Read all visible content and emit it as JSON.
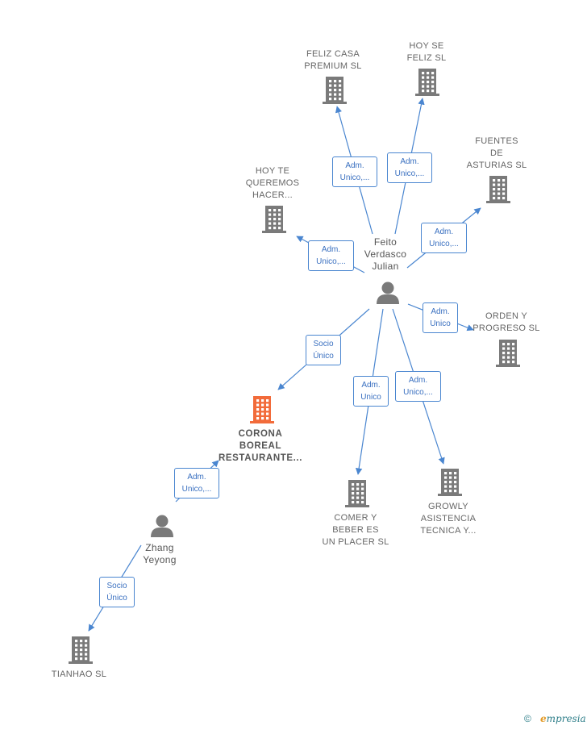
{
  "nodes": [
    {
      "id": "feliz-casa",
      "label": "FELIZ CASA\nPREMIUM  SL",
      "kind": "company"
    },
    {
      "id": "hoy-se-feliz",
      "label": "HOY SE\nFELIZ  SL",
      "kind": "company"
    },
    {
      "id": "fuentes-asturias",
      "label": "FUENTES\nDE\nASTURIAS  SL",
      "kind": "company"
    },
    {
      "id": "hoy-te-queremos",
      "label": "HOY TE\nQUEREMOS\nHACER...",
      "kind": "company"
    },
    {
      "id": "feito",
      "label": "Feito\nVerdasco\nJulian",
      "kind": "person"
    },
    {
      "id": "orden-progreso",
      "label": "ORDEN Y\nPROGRESO SL",
      "kind": "company"
    },
    {
      "id": "corona-boreal",
      "label": "CORONA\nBOREAL\nRESTAURANTE...",
      "kind": "focus"
    },
    {
      "id": "comer-beber",
      "label": "COMER Y\nBEBER ES\nUN PLACER  SL",
      "kind": "company"
    },
    {
      "id": "growly",
      "label": "GROWLY\nASISTENCIA\nTECNICA Y...",
      "kind": "company"
    },
    {
      "id": "zhang",
      "label": "Zhang\nYeyong",
      "kind": "person"
    },
    {
      "id": "tianhao",
      "label": "TIANHAO  SL",
      "kind": "company"
    }
  ],
  "edges": [
    {
      "from": "feito",
      "to": "feliz-casa",
      "label": "Adm.\nUnico,..."
    },
    {
      "from": "feito",
      "to": "hoy-se-feliz",
      "label": "Adm.\nUnico,..."
    },
    {
      "from": "feito",
      "to": "fuentes-asturias",
      "label": "Adm.\nUnico,..."
    },
    {
      "from": "feito",
      "to": "hoy-te-queremos",
      "label": "Adm.\nUnico,..."
    },
    {
      "from": "feito",
      "to": "orden-progreso",
      "label": "Adm.\nUnico"
    },
    {
      "from": "feito",
      "to": "corona-boreal",
      "label": "Socio\nÚnico"
    },
    {
      "from": "feito",
      "to": "comer-beber",
      "label": "Adm.\nUnico"
    },
    {
      "from": "feito",
      "to": "growly",
      "label": "Adm.\nUnico,..."
    },
    {
      "from": "zhang",
      "to": "corona-boreal",
      "label": "Adm.\nUnico,..."
    },
    {
      "from": "zhang",
      "to": "tianhao",
      "label": "Socio\nÚnico"
    }
  ],
  "colors": {
    "company": "#7a7a7a",
    "focus": "#f26b3a",
    "person": "#7a7a7a",
    "edge": "#4a86d0"
  },
  "footer": {
    "copyright": "©",
    "brand_initial": "e",
    "brand_rest": "mpresia"
  }
}
